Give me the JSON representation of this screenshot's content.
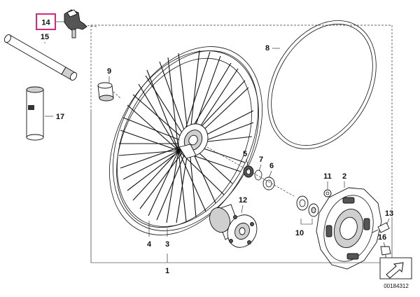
{
  "callouts": [
    {
      "id": "14",
      "text": "14",
      "highlighted": true
    },
    {
      "id": "15",
      "text": "15"
    },
    {
      "id": "9",
      "text": "9"
    },
    {
      "id": "17",
      "text": "17"
    },
    {
      "id": "8",
      "text": "8"
    },
    {
      "id": "5",
      "text": "5"
    },
    {
      "id": "7",
      "text": "7"
    },
    {
      "id": "6",
      "text": "6"
    },
    {
      "id": "12",
      "text": "12"
    },
    {
      "id": "11",
      "text": "11"
    },
    {
      "id": "2",
      "text": "2"
    },
    {
      "id": "13",
      "text": "13"
    },
    {
      "id": "10",
      "text": "10"
    },
    {
      "id": "16",
      "text": "16"
    },
    {
      "id": "4",
      "text": "4"
    },
    {
      "id": "3",
      "text": "3"
    },
    {
      "id": "1",
      "text": "1"
    }
  ],
  "reference_number": "00184312",
  "highlight_color": "#d6297e",
  "icons": {
    "direction": "arrow-icon"
  }
}
